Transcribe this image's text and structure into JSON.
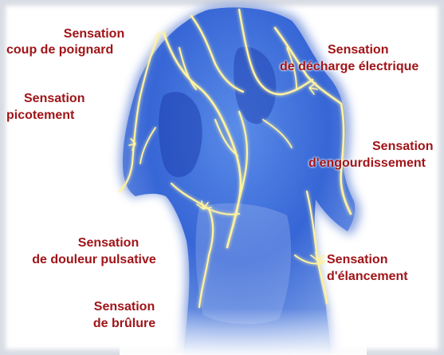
{
  "colors": {
    "text": "#a01418",
    "body": "#3a6fd8",
    "body_dark": "#1f44b8",
    "nerve": "#fff3a0",
    "frame": "#e2e4ea"
  },
  "labels": {
    "stab": {
      "line1": "Sensation",
      "line2": "coup de poignard"
    },
    "tingling": {
      "line1": "Sensation",
      "line2": "picotement"
    },
    "throbbing": {
      "line1": "Sensation",
      "line2": "de douleur pulsative"
    },
    "burning": {
      "line1": "Sensation",
      "line2": "de brûlure"
    },
    "electric": {
      "line1": "Sensation",
      "line2": "de décharge électrique"
    },
    "numbness": {
      "line1": "Sensation",
      "line2": "d'engourdissement"
    },
    "shooting": {
      "line1": "Sensation",
      "line2": "d'élancement"
    }
  }
}
